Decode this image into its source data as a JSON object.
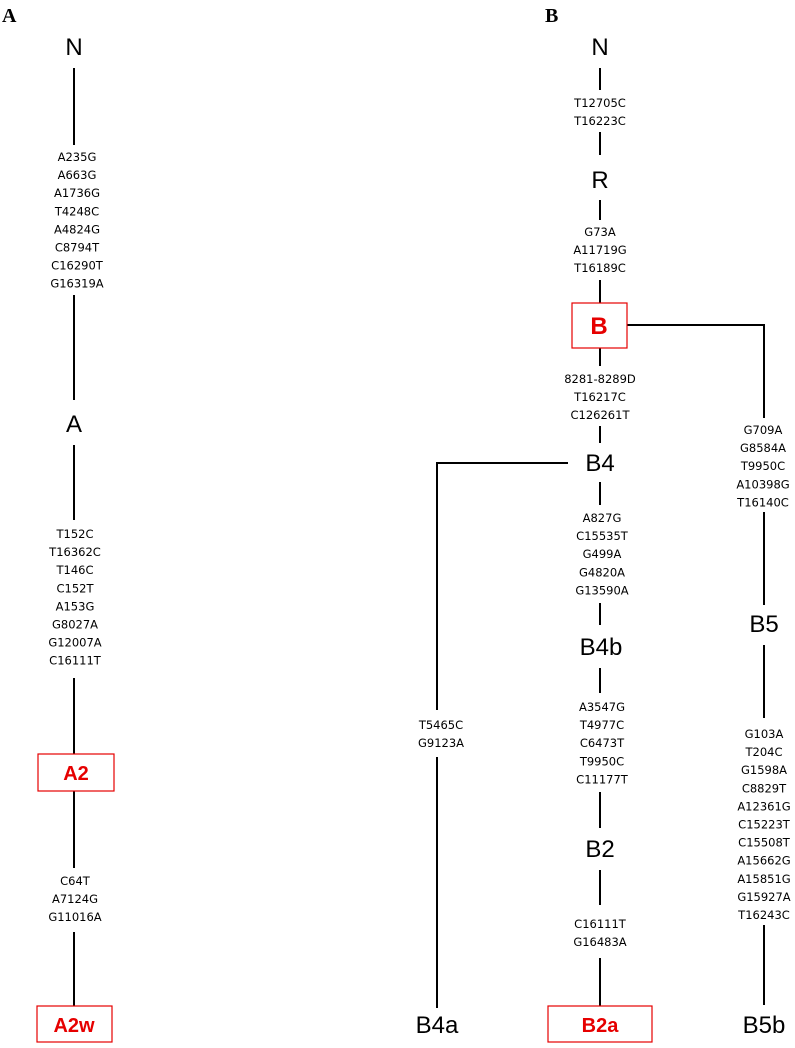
{
  "panels": {
    "a": "A",
    "b": "B"
  },
  "nodes": {
    "a_N": "N",
    "a_A": "A",
    "a_A2": "A2",
    "a_A2w": "A2w",
    "b_N": "N",
    "b_R": "R",
    "b_B": "B",
    "b_B4": "B4",
    "b_B4b": "B4b",
    "b_B2": "B2",
    "b_B2a": "B2a",
    "b_B4a": "B4a",
    "b_B5": "B5",
    "b_B5b": "B5b"
  },
  "mutations": {
    "a_N_A": [
      "A235G",
      "A663G",
      "A1736G",
      "T4248C",
      "A4824G",
      "C8794T",
      "C16290T",
      "G16319A"
    ],
    "a_A_A2": [
      "T152C",
      "T16362C",
      "T146C",
      "C152T",
      "A153G",
      "G8027A",
      "G12007A",
      "C16111T"
    ],
    "a_A2_A2w": [
      "C64T",
      "A7124G",
      "G11016A"
    ],
    "b_N_R": [
      "T12705C",
      "T16223C"
    ],
    "b_R_B": [
      "G73A",
      "A11719G",
      "T16189C"
    ],
    "b_B_B4": [
      "8281-8289D",
      "T16217C",
      "C126261T"
    ],
    "b_B4_B4b": [
      "A827G",
      "C15535T",
      "G499A",
      "G4820A",
      "G13590A"
    ],
    "b_B4b_B2": [
      "A3547G",
      "T4977C",
      "C6473T",
      "T9950C",
      "C11177T"
    ],
    "b_B2_B2a": [
      "C16111T",
      "G16483A"
    ],
    "b_B4_B4a": [
      "T5465C",
      "G9123A"
    ],
    "b_B_B5": [
      "G709A",
      "G8584A",
      "T9950C",
      "A10398G",
      "T16140C"
    ],
    "b_B5_B5b": [
      "G103A",
      "T204C",
      "G1598A",
      "C8829T",
      "A12361G",
      "C15223T",
      "C15508T",
      "A15662G",
      "A15851G",
      "G15927A",
      "T16243C"
    ]
  },
  "colors": {
    "highlight": "#e60000",
    "line": "#000000"
  }
}
